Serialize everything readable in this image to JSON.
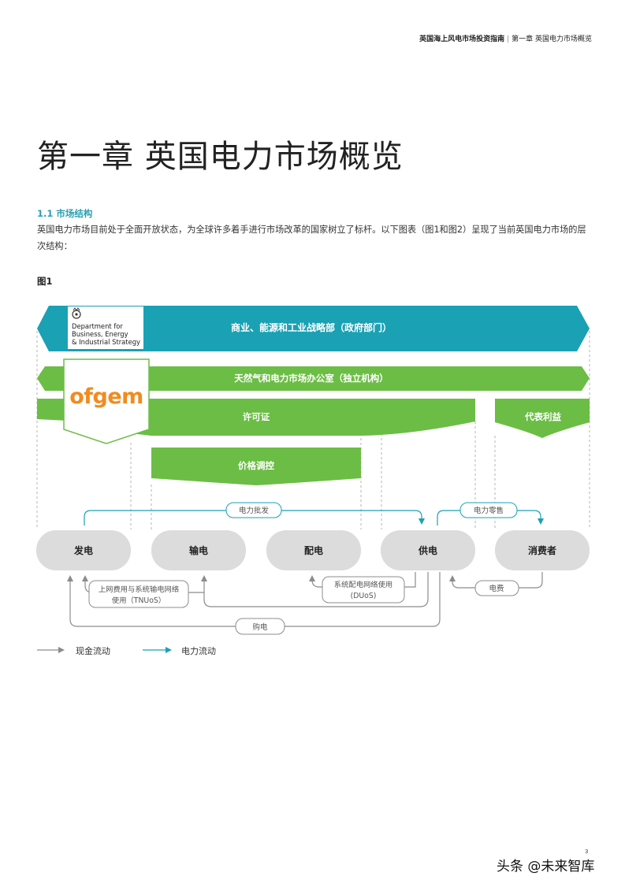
{
  "header": {
    "guide_title": "英国海上风电市场投资指南",
    "chapter_ref": "第一章 英国电力市场概览"
  },
  "chapter_title": "第一章 英国电力市场概览",
  "section": {
    "title": "1.1 市场结构",
    "paragraph": "英国电力市场目前处于全面开放状态，为全球许多着手进行市场改革的国家树立了标杆。以下图表（图1和图2）呈现了当前英国电力市场的层次结构："
  },
  "figure": {
    "label": "图1",
    "logo_beis": {
      "line1": "Department for",
      "line2": "Business, Energy",
      "line3": "& Industrial Strategy"
    },
    "logo_ofgem": "ofgem",
    "bands": {
      "beis": "商业、能源和工业战略部（政府部门）",
      "ofgem": "天然气和电力市场办公室（独立机构）",
      "license": "许可证",
      "representation": "代表利益",
      "price_control": "价格调控"
    },
    "nodes": {
      "generation": "发电",
      "transmission": "输电",
      "distribution": "配电",
      "supply": "供电",
      "consumer": "消费者"
    },
    "flows": {
      "wholesale": "电力批发",
      "retail": "电力零售",
      "tnuos_line1": "上网费用与系统输电网络",
      "tnuos_line2": "使用（TNUoS）",
      "duos_line1": "系统配电网络使用",
      "duos_line2": "(DUoS)",
      "electricity_fee": "电费",
      "purchase": "购电"
    },
    "legend": {
      "cash_flow": "现金流动",
      "power_flow": "电力流动"
    },
    "colors": {
      "teal": "#1aa1b4",
      "green": "#6cbd45",
      "node_gray": "#dcdcdc",
      "cash_gray": "#8c8c8c",
      "ofgem_orange": "#f18b1f"
    }
  },
  "page_number": "3",
  "watermark": "头条 @未来智库"
}
